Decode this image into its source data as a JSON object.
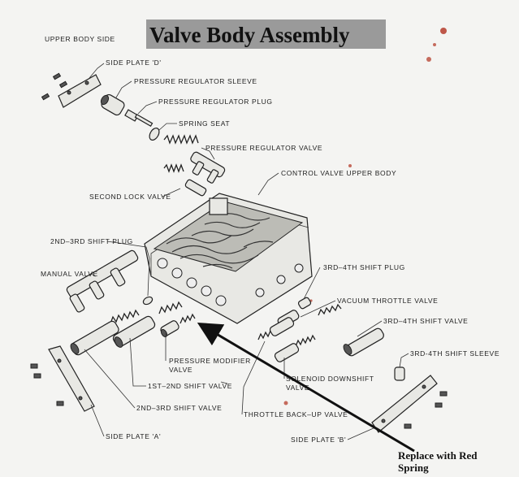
{
  "title": "Valve Body Assembly",
  "subtitle": "UPPER BODY SIDE",
  "note": {
    "line1": "Replace with Red",
    "line2": "Spring"
  },
  "labels": {
    "side_plate_d": "SIDE PLATE 'D'",
    "pressure_regulator_sleeve": "PRESSURE REGULATOR SLEEVE",
    "pressure_regulator_plug": "PRESSURE REGULATOR PLUG",
    "spring_seat": "SPRING SEAT",
    "pressure_regulator_valve": "PRESSURE REGULATOR VALVE",
    "control_valve_upper_body": "CONTROL VALVE UPPER BODY",
    "second_lock_valve": "SECOND LOCK VALVE",
    "shift_plug_2nd_3rd": "2ND–3RD SHIFT PLUG",
    "manual_valve": "MANUAL VALVE",
    "shift_plug_3rd_4th": "3RD–4TH SHIFT PLUG",
    "vacuum_throttle_valve": "VACUUM THROTTLE VALVE",
    "shift_valve_3rd_4th": "3RD–4TH SHIFT VALVE",
    "shift_sleeve_3rd_4th": "3RD-4TH SHIFT SLEEVE",
    "pressure_modifier_1": "PRESSURE MODIFIER",
    "pressure_modifier_2": "VALVE",
    "shift_valve_1st_2nd": "1ST–2ND SHIFT VALVE",
    "solenoid_downshift_1": "SOLENOID DOWNSHIFT",
    "solenoid_downshift_2": "VALVE",
    "shift_valve_2nd_3rd": "2ND–3RD SHIFT VALVE",
    "throttle_backup_valve": "THROTTLE BACK–UP VALVE",
    "side_plate_a": "SIDE PLATE 'A'",
    "side_plate_b": "SIDE PLATE 'B'"
  },
  "colors": {
    "background": "#f4f4f2",
    "title_highlight": "#9a9a9a",
    "ink": "#222222",
    "stain": "#b0301e"
  }
}
